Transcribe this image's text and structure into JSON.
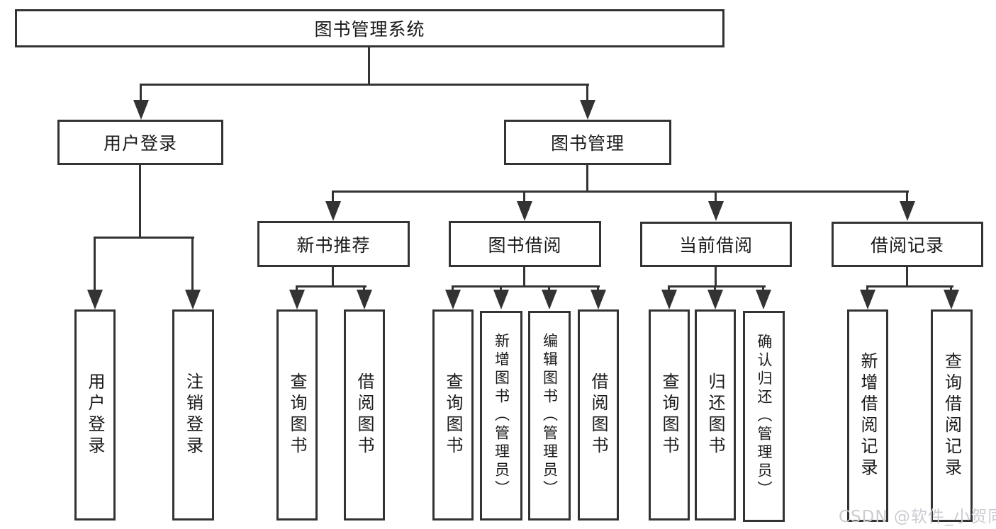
{
  "tree": {
    "root": "图书管理系统",
    "branches": [
      {
        "label": "用户登录",
        "children": [
          "用户登录",
          "注销登录"
        ]
      },
      {
        "label": "图书管理",
        "children": [
          {
            "label": "新书推荐",
            "children": [
              "查询图书",
              "借阅图书"
            ]
          },
          {
            "label": "图书借阅",
            "children": [
              "查询图书",
              "新增图书（管理员）",
              "编辑图书（管理员）",
              "借阅图书"
            ]
          },
          {
            "label": "当前借阅",
            "children": [
              "查询图书",
              "归还图书",
              "确认归还（管理员）"
            ]
          },
          {
            "label": "借阅记录",
            "children": [
              "新增借阅记录",
              "查询借阅记录"
            ]
          }
        ]
      }
    ]
  },
  "watermark": "CSDN @软件_小贺同学",
  "colors": {
    "line": "#333333",
    "background": "#ffffff",
    "text": "#1a1a1a",
    "watermark": "#caccd1"
  }
}
